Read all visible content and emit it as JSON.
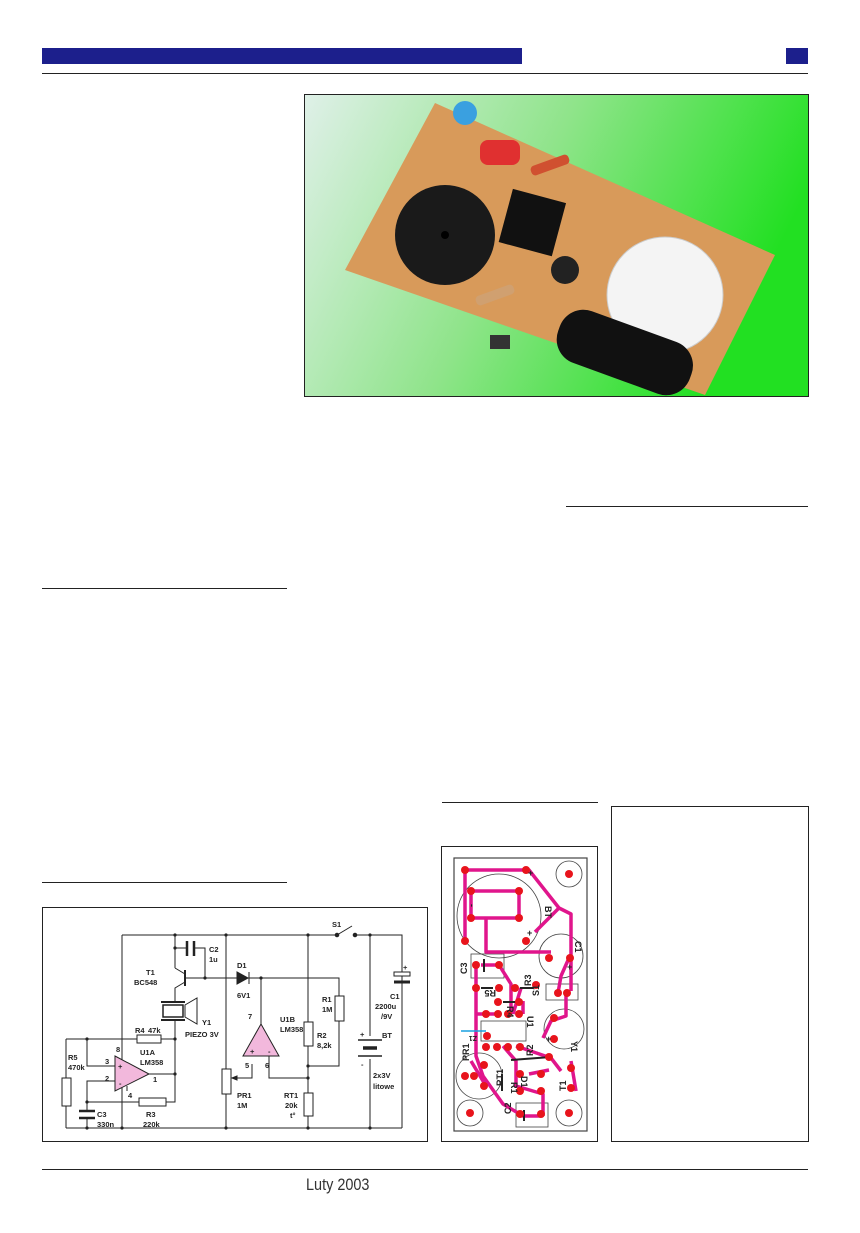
{
  "colors": {
    "header_bar": "#1c1f8c",
    "pcb_trace": "#e0158c",
    "pcb_pad": "#e8141c",
    "opamp_fill": "#f2b8dc",
    "photo_bg_left": "#dff0e8",
    "photo_bg_right": "#22e022"
  },
  "footer": {
    "issue": "Luty 2003"
  },
  "schematic": {
    "s1": "S1",
    "c2": {
      "name": "C2",
      "value": "1u"
    },
    "t1": {
      "name": "T1",
      "value": "BC548"
    },
    "d1": {
      "name": "D1",
      "value": "6V1"
    },
    "r1": {
      "name": "R1",
      "value": "1M"
    },
    "u1b": {
      "name": "U1B",
      "value": "LM358"
    },
    "y1": {
      "name": "Y1",
      "value": "PIEZO 3V"
    },
    "r4": {
      "name": "R4",
      "value": "47k"
    },
    "u1a": {
      "name": "U1A",
      "value": "LM358"
    },
    "r5": {
      "name": "R5",
      "value": "470k"
    },
    "c3": {
      "name": "C3",
      "value": "330n"
    },
    "r3": {
      "name": "R3",
      "value": "220k"
    },
    "pr1": {
      "name": "PR1",
      "value": "1M"
    },
    "r2": {
      "name": "R2",
      "value": "8,2k"
    },
    "rt1": {
      "name": "RT1",
      "value": "20k",
      "note": "t°"
    },
    "bt": {
      "name": "BT",
      "value": "2x3V",
      "note": "litowe",
      "plus": "+",
      "minus": "-"
    },
    "c1": {
      "name": "C1",
      "value": "2200u",
      "note": "/9V",
      "plus": "+"
    },
    "pins": {
      "p1": "1",
      "p2": "2",
      "p3": "3",
      "p4": "4",
      "p5": "5",
      "p6": "6",
      "p7": "7",
      "p8": "8",
      "plus": "+",
      "minus": "-"
    }
  },
  "pcb": {
    "labels": {
      "bt": "BT",
      "c1": "C1",
      "c3": "C3",
      "r3": "R3",
      "r5": "R5",
      "r4": "R4",
      "s1": "S1",
      "u1": "U1",
      "y1": "Y1",
      "pr1": "PR1",
      "r2": "R2",
      "rt1": "RT1",
      "d1": "D1",
      "r1": "R1",
      "t1": "T1",
      "c2": "C2",
      "z1": "Z1",
      "plus": "+",
      "minus": "-"
    }
  }
}
